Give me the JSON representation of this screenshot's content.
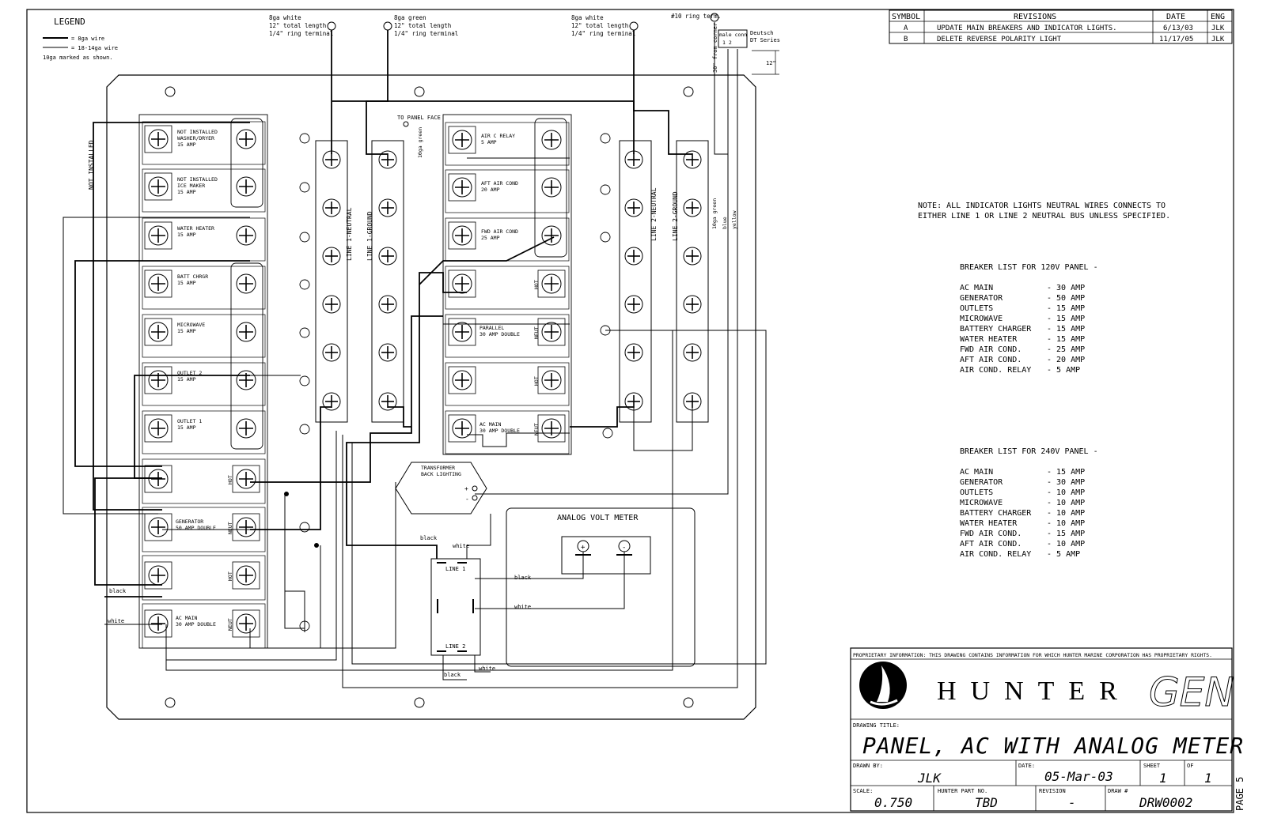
{
  "legend": {
    "title": "LEGEND",
    "items": [
      "= 8ga wire",
      "= 18-14ga wire"
    ],
    "note": "10ga marked as shown."
  },
  "top_callouts": {
    "left": [
      "8ga white",
      "12\" total length",
      "1/4\" ring terminal"
    ],
    "mid": [
      "8ga green",
      "12\" total length",
      "1/4\" ring terminal"
    ],
    "right": [
      "8ga white",
      "12\" total length",
      "1/4\" ring terminal"
    ],
    "ring": "#10 ring term.",
    "male_conn": "male conn",
    "pins": "1  2",
    "deutsch": [
      "Deutsch",
      "DT Series"
    ],
    "from_corner": "30\" from corner",
    "dim": "12\""
  },
  "revisions": {
    "headers": [
      "SYMBOL",
      "REVISIONS",
      "DATE",
      "ENG"
    ],
    "rows": [
      [
        "A",
        "UPDATE MAIN BREAKERS AND INDICATOR LIGHTS.",
        "6/13/03",
        "JLK"
      ],
      [
        "B",
        "DELETE REVERSE POLARITY LIGHT",
        "11/17/05",
        "JLK"
      ]
    ]
  },
  "panel": {
    "not_installed": "NOT INSTALLED",
    "to_panel_face": "TO PANEL FACE",
    "ga_green": "10ga green",
    "bus_labels": [
      "LINE 1-NEUTRAL",
      "LINE 1-GROUND",
      "LINE 2-NEUTRAL",
      "LINE 2-GROUND"
    ],
    "wire_colors": [
      "10ga green",
      "blue",
      "yellow"
    ],
    "left_breakers": [
      [
        "NOT INSTALLED",
        "WASHER/DRYER",
        "15 AMP"
      ],
      [
        "NOT INSTALLED",
        "ICE MAKER",
        "15 AMP"
      ],
      [
        "WATER HEATER",
        "15 AMP"
      ],
      [
        "BATT CHRGR",
        "15 AMP"
      ],
      [
        "MICROWAVE",
        "15 AMP"
      ],
      [
        "OUTLET 2",
        "15 AMP"
      ],
      [
        "OUTLET 1",
        "15 AMP"
      ]
    ],
    "lower_breakers": [
      [
        "GENERATOR",
        "50 AMP DOUBLE"
      ],
      [
        "AC MAIN",
        "30 AMP DOUBLE"
      ]
    ],
    "mid_breakers": [
      [
        "AIR C RELAY",
        "5 AMP"
      ],
      [
        "AFT AIR COND",
        "20 AMP"
      ],
      [
        "FWD AIR COND",
        "25 AMP"
      ],
      [
        "PARALLEL",
        "30 AMP DOUBLE"
      ],
      [
        "AC MAIN",
        "30 AMP DOUBLE"
      ]
    ],
    "hot": "HOT",
    "neut": "NEUT",
    "transformer": [
      "TRANSFORMER",
      "BACK LIGHTING"
    ],
    "plus": "+",
    "minus": "-",
    "meter_title": "ANALOG VOLT METER",
    "line1": "LINE 1",
    "line2": "LINE 2",
    "black": "black",
    "white": "white"
  },
  "note": [
    "NOTE: ALL INDICATOR LIGHTS NEUTRAL WIRES CONNECTS TO",
    "EITHER LINE 1 OR LINE 2 NEUTRAL BUS UNLESS SPECIFIED."
  ],
  "breaker_list_120": {
    "title": "BREAKER LIST FOR 120V PANEL -",
    "items": [
      [
        "AC MAIN",
        "- 30 AMP"
      ],
      [
        "GENERATOR",
        "- 50 AMP"
      ],
      [
        "OUTLETS",
        "- 15 AMP"
      ],
      [
        "MICROWAVE",
        "- 15 AMP"
      ],
      [
        "BATTERY CHARGER",
        "- 15 AMP"
      ],
      [
        "WATER HEATER",
        "- 15 AMP"
      ],
      [
        "FWD AIR COND.",
        "- 25 AMP"
      ],
      [
        "AFT AIR COND.",
        "- 20 AMP"
      ],
      [
        "AIR COND. RELAY",
        "- 5 AMP"
      ]
    ]
  },
  "breaker_list_240": {
    "title": "BREAKER LIST FOR 240V PANEL -",
    "items": [
      [
        "AC MAIN",
        "- 15 AMP"
      ],
      [
        "GENERATOR",
        "- 30 AMP"
      ],
      [
        "OUTLETS",
        "- 10 AMP"
      ],
      [
        "MICROWAVE",
        "- 10 AMP"
      ],
      [
        "BATTERY CHARGER",
        "- 10 AMP"
      ],
      [
        "WATER HEATER",
        "- 10 AMP"
      ],
      [
        "FWD AIR COND.",
        "- 15 AMP"
      ],
      [
        "AFT AIR COND.",
        "- 10 AMP"
      ],
      [
        "AIR COND. RELAY",
        "- 5 AMP"
      ]
    ]
  },
  "title_block": {
    "proprietary": "PROPRIETARY INFORMATION: THIS DRAWING CONTAINS INFORMATION FOR WHICH HUNTER MARINE CORPORATION HAS PROPRIETARY RIGHTS.",
    "brand": "HUNTER",
    "brand_script": "GEN",
    "drawing_title_label": "DRAWING TITLE:",
    "drawing_title": "PANEL, AC WITH ANALOG METER",
    "drawn_by_label": "DRAWN BY:",
    "drawn_by": "JLK",
    "date_label": "DATE:",
    "date": "05-Mar-03",
    "sheet_label": "SHEET",
    "sheet": "1",
    "of_label": "OF",
    "of": "1",
    "scale_label": "SCALE:",
    "scale": "0.750",
    "part_label": "HUNTER PART NO.",
    "part": "TBD",
    "revision_label": "REVISION",
    "revision": "-",
    "draw_no_label": "DRAW #",
    "draw_no": "DRW0002",
    "page": "PAGE 5"
  }
}
